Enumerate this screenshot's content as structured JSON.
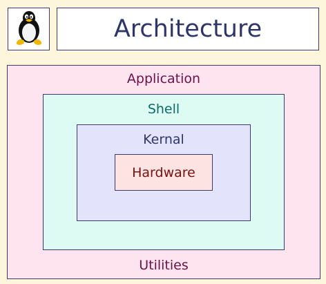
{
  "header": {
    "logo_icon": "tux-penguin-icon",
    "title": "Architecture"
  },
  "layers": {
    "application_label": "Application",
    "utilities_label": "Utilities",
    "shell_label": "Shell",
    "kernel_label": "Kernal",
    "hardware_label": "Hardware"
  },
  "colors": {
    "background": "#fdf5dc",
    "application_fill": "#fde4ee",
    "shell_fill": "#ddfbf3",
    "kernel_fill": "#e3e3fb",
    "hardware_fill": "#fde4e2",
    "border": "#3a3a6a"
  }
}
